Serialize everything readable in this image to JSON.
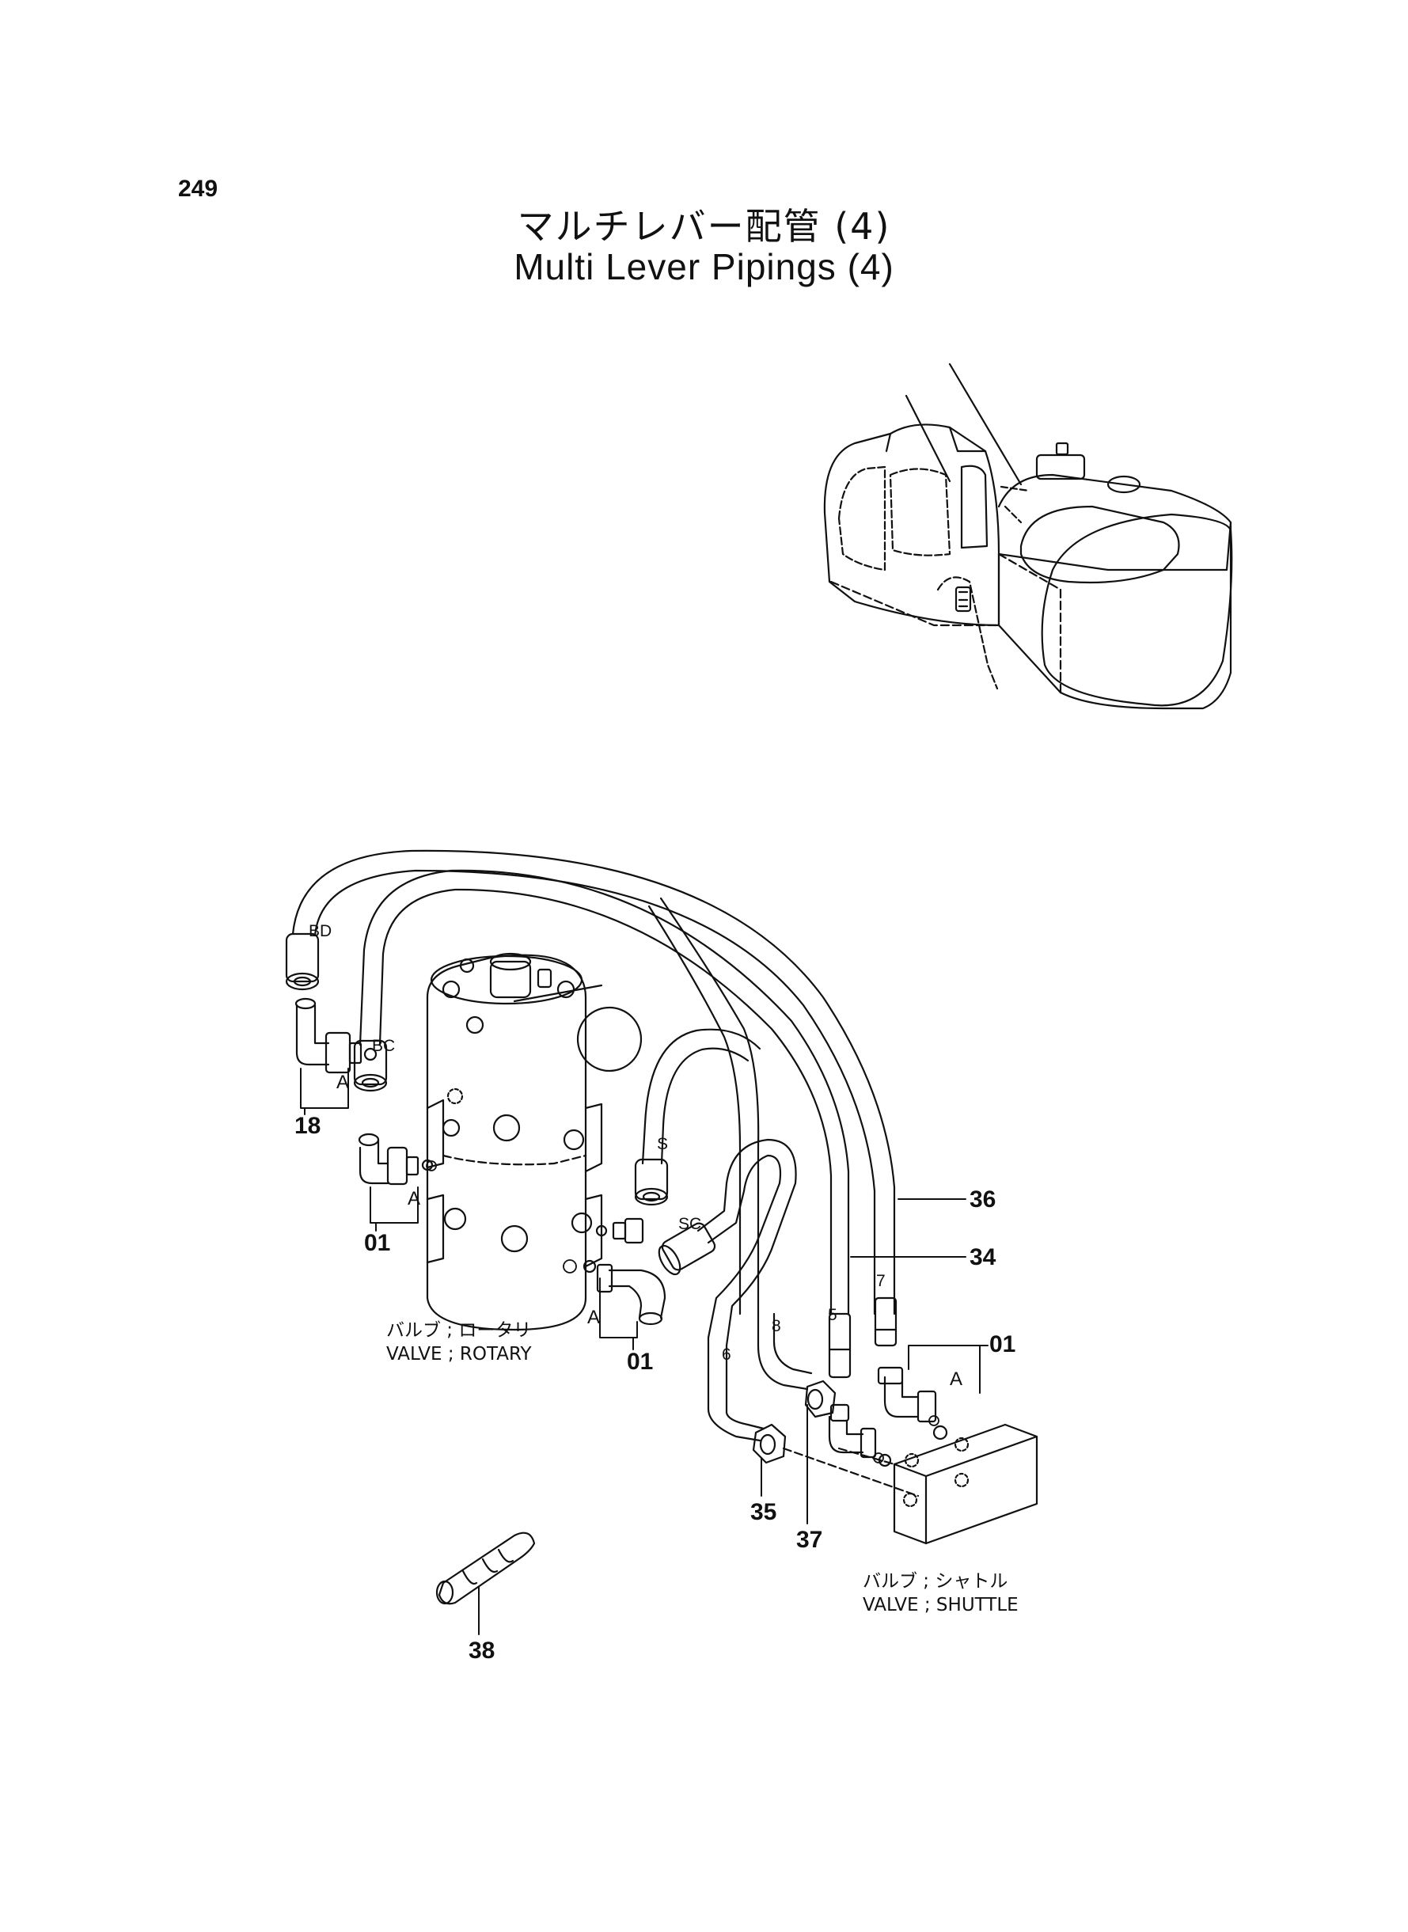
{
  "page_number": "249",
  "title_jp": "マルチレバー配管 (4)",
  "title_en": "Multi Lever Pipings (4)",
  "connector_labels": {
    "bd": "BD",
    "bc": "BC",
    "s": "S",
    "sc": "SC",
    "p5": "5",
    "p6": "6",
    "p7": "7",
    "p8": "8"
  },
  "view_letters": {
    "a1": "A",
    "a2": "A",
    "a3": "A",
    "a4": "A"
  },
  "callouts": {
    "c18": "18",
    "c01_left": "01",
    "c01_center": "01",
    "c01_right": "01",
    "c36": "36",
    "c34": "34",
    "c35": "35",
    "c37": "37",
    "c38": "38"
  },
  "captions": {
    "rotary_jp": "バルブ ; ロータリ",
    "rotary_en": "VALVE ; ROTARY",
    "shuttle_jp": "バルブ ; シャトル",
    "shuttle_en": "VALVE ; SHUTTLE"
  }
}
